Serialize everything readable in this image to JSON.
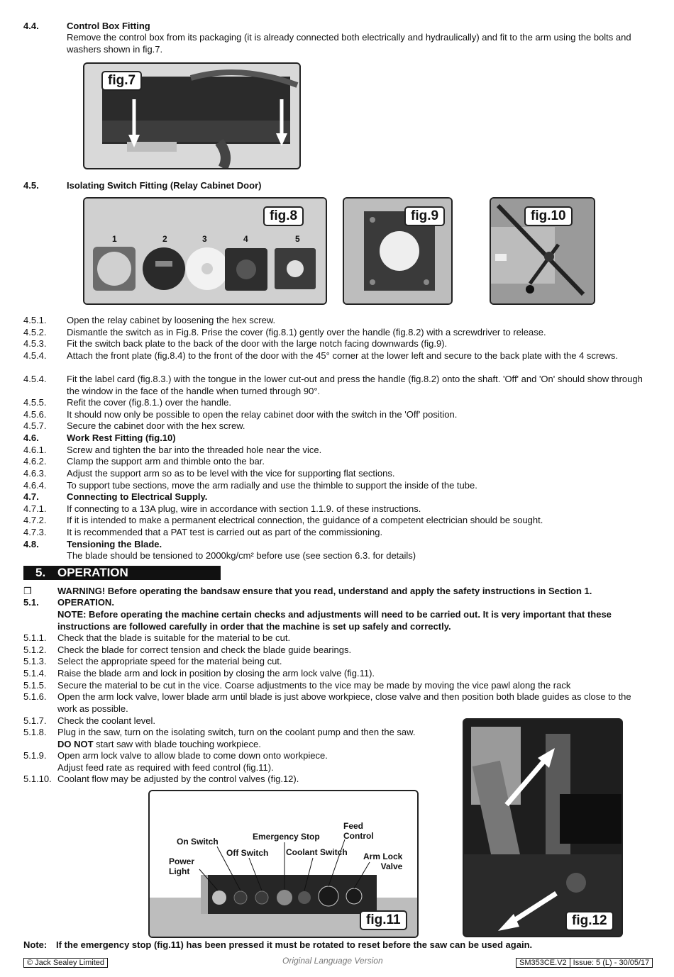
{
  "s44": {
    "num": "4.4.",
    "title": "Control Box Fitting",
    "text": "Remove the control box from its packaging (it is already connected both electrically and hydraulically) and fit to the arm using the bolts and washers shown in fig.7."
  },
  "fig7": "fig.7",
  "s45": {
    "num": "4.5.",
    "title": "Isolating Switch Fitting (Relay Cabinet Door)"
  },
  "fig8": {
    "label": "fig.8",
    "parts": [
      "1",
      "2",
      "3",
      "4",
      "5"
    ]
  },
  "fig9": "fig.9",
  "fig10": "fig.10",
  "steps45": [
    {
      "num": "4.5.1.",
      "text": "Open the relay cabinet by loosening the hex screw."
    },
    {
      "num": "4.5.2.",
      "text": "Dismantle the switch as in Fig.8. Prise the cover (fig.8.1) gently over the handle (fig.8.2) with a screwdriver to release."
    },
    {
      "num": "4.5.3.",
      "text": "Fit the switch back plate to the back of the door with the large notch facing downwards (fig.9)."
    },
    {
      "num": "4.5.4.",
      "text": "Attach the front plate (fig.8.4) to the front of the door with the 45° corner at the lower left and secure to the back plate with the 4 screws."
    },
    {
      "num": "4.5.4.",
      "text": "Fit the label card (fig.8.3.) with the tongue in the lower cut-out and press the handle (fig.8.2) onto the shaft. 'Off' and 'On' should show through the window in the face of the handle when turned through 90°."
    },
    {
      "num": "4.5.5.",
      "text": "Refit the cover (fig.8.1.) over the handle."
    },
    {
      "num": "4.5.6.",
      "text": "It should now only be possible to open the relay cabinet door with the switch in the 'Off' position."
    },
    {
      "num": "4.5.7.",
      "text": "Secure the cabinet door with the hex screw."
    }
  ],
  "s46": {
    "num": "4.6.",
    "title": "Work Rest Fitting (fig.10)"
  },
  "steps46": [
    {
      "num": "4.6.1.",
      "text": "Screw and tighten the bar into the threaded hole near the vice."
    },
    {
      "num": "4.6.2.",
      "text": "Clamp the support arm and thimble onto the bar."
    },
    {
      "num": "4.6.3.",
      "text": "Adjust the support arm so as to be level with the vice for supporting flat sections."
    },
    {
      "num": "4.6.4.",
      "text": "To support tube sections, move the arm radially and use the thimble to support the inside of the tube."
    }
  ],
  "s47": {
    "num": "4.7.",
    "title": "Connecting to Electrical Supply."
  },
  "steps47": [
    {
      "num": "4.7.1.",
      "text": "If connecting to a 13A plug, wire in accordance with section 1.1.9. of these instructions."
    },
    {
      "num": "4.7.2.",
      "text": "If it is intended to make a permanent electrical connection, the guidance of a competent electrician should be sought."
    },
    {
      "num": "4.7.3.",
      "text": "It is recommended that a PAT test is carried out as part of the commissioning."
    }
  ],
  "s48": {
    "num": "4.8.",
    "title": "Tensioning the Blade.",
    "text": "The blade should be tensioned to 2000kg/cm² before use (see section 6.3. for details)"
  },
  "section5": {
    "num": "5.",
    "title": "OPERATION"
  },
  "warning": {
    "bullet": "❒",
    "text": "WARNING! Before operating the bandsaw ensure that you read, understand and apply the safety instructions in Section 1."
  },
  "s51": {
    "num": "5.1.",
    "title": "OPERATION.",
    "note": "NOTE: Before operating the machine certain checks and adjustments will need to be carried out. It is very important that these instructions are followed carefully in order that the machine is set up safely and correctly."
  },
  "steps51": [
    {
      "num": "5.1.1.",
      "text": "Check that the blade is suitable for the material to be cut."
    },
    {
      "num": "5.1.2.",
      "text": "Check the blade for correct tension and check the blade guide bearings."
    },
    {
      "num": "5.1.3.",
      "text": "Select the appropriate speed for the material being cut."
    },
    {
      "num": "5.1.4.",
      "text": "Raise the blade arm and lock in position by closing the arm lock valve (fig.11)."
    },
    {
      "num": "5.1.5.",
      "text": "Secure the material to be cut in the vice. Coarse adjustments to the vice may be made by moving the vice pawl along the rack"
    },
    {
      "num": "5.1.6.",
      "text": "Open the arm lock valve, lower blade arm until blade is just above workpiece, close valve and then position both blade guides as close to the work as possible."
    },
    {
      "num": "5.1.7.",
      "text": "Check the coolant level."
    }
  ],
  "s518": {
    "num": "5.1.8.",
    "text": "Plug in the saw, turn on the isolating switch, turn on the coolant pump and then the saw.",
    "bold": "DO NOT",
    "rest": " start saw with blade touching workpiece."
  },
  "s519": {
    "num": "5.1.9.",
    "text": "Open arm lock valve to allow blade to come down onto workpiece.",
    "text2": "Adjust feed rate as required with feed control (fig.11)."
  },
  "s5110": {
    "num": "5.1.10.",
    "text": "Coolant flow may be adjusted by the control valves (fig.12)."
  },
  "fig11": {
    "label": "fig.11",
    "callouts": {
      "power_light": "Power\nLight",
      "on_switch": "On Switch",
      "off_switch": "Off Switch",
      "emergency_stop": "Emergency Stop",
      "coolant_switch": "Coolant Switch",
      "feed_control": "Feed\nControl",
      "arm_lock": "Arm Lock\nValve"
    }
  },
  "fig12": "fig.12",
  "note": {
    "label": "Note:",
    "text": "If the emergency stop (fig.11) has been pressed it must be rotated to reset before the saw can be used again."
  },
  "footer": {
    "left": "© Jack Sealey Limited",
    "center": "Original Language Version",
    "model": "SM353CE.V2",
    "issue": "Issue: 5 (L) - 30/05/17"
  }
}
